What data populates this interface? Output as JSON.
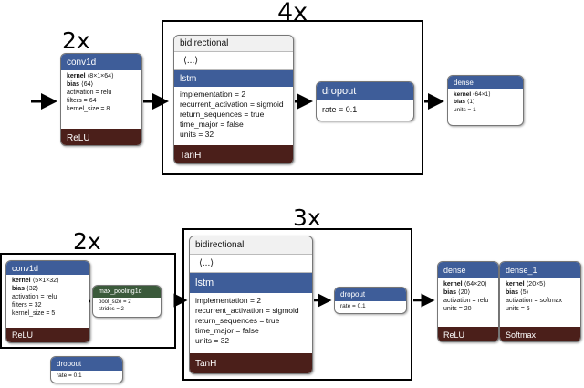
{
  "top": {
    "outer_mult": "4x",
    "inner_mult": "2x",
    "conv1d": {
      "title": "conv1d",
      "kernel_key": "kernel",
      "kernel_val": "⟨8×1×64⟩",
      "bias_key": "bias",
      "bias_val": "⟨64⟩",
      "lines": [
        "activation = relu",
        "filters = 64",
        "kernel_size = 8"
      ],
      "footer": "ReLU"
    },
    "bidirectional": {
      "title": "bidirectional",
      "ellipsis": "⟨...⟩"
    },
    "lstm": {
      "title": "lstm",
      "lines": [
        "implementation = 2",
        "recurrent_activation = sigmoid",
        "return_sequences = true",
        "time_major = false",
        "units = 32"
      ],
      "footer": "TanH"
    },
    "dropout": {
      "title": "dropout",
      "line": "rate = 0.1"
    },
    "dense": {
      "title": "dense",
      "kernel_key": "kernel",
      "kernel_val": "⟨64×1⟩",
      "bias_key": "bias",
      "bias_val": "⟨1⟩",
      "lines": [
        "units = 1"
      ]
    }
  },
  "bottom": {
    "outer_mult": "3x",
    "inner_mult": "2x",
    "conv1d": {
      "title": "conv1d",
      "kernel_key": "kernel",
      "kernel_val": "⟨5×1×32⟩",
      "bias_key": "bias",
      "bias_val": "⟨32⟩",
      "lines": [
        "activation = relu",
        "filters = 32",
        "kernel_size = 5"
      ],
      "footer": "ReLU"
    },
    "max_pooling1d": {
      "title": "max_pooling1d",
      "lines": [
        "pool_size = 2",
        "strides = 2"
      ]
    },
    "bidirectional": {
      "title": "bidirectional",
      "ellipsis": "⟨...⟩"
    },
    "lstm": {
      "title": "lstm",
      "lines": [
        "implementation = 2",
        "recurrent_activation = sigmoid",
        "return_sequences = true",
        "time_major = false",
        "units = 32"
      ],
      "footer": "TanH"
    },
    "dropout_inner": {
      "title": "dropout",
      "line": "rate = 0.1"
    },
    "dropout_outer": {
      "title": "dropout",
      "line": "rate = 0.1"
    },
    "dense": {
      "title": "dense",
      "kernel_key": "kernel",
      "kernel_val": "⟨64×20⟩",
      "bias_key": "bias",
      "bias_val": "⟨20⟩",
      "lines": [
        "activation = relu",
        "units = 20"
      ],
      "footer": "ReLU"
    },
    "dense_1": {
      "title": "dense_1",
      "kernel_key": "kernel",
      "kernel_val": "⟨20×5⟩",
      "bias_key": "bias",
      "bias_val": "⟨5⟩",
      "lines": [
        "activation = softmax",
        "units = 5"
      ],
      "footer": "Softmax"
    }
  },
  "colors": {
    "header_blue": "#3e5d99",
    "header_green": "#3b5a3b",
    "footer_dark": "#4b1f1a"
  }
}
